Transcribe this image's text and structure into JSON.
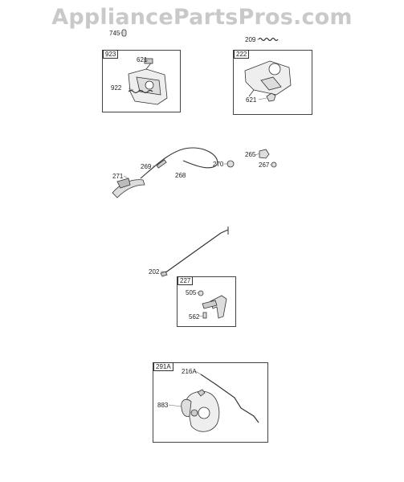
{
  "watermark": "AppliancePartsPros.com",
  "groups": {
    "g923": "923",
    "g222": "222",
    "g227": "227",
    "g291a": "291A"
  },
  "parts": {
    "p745": "745",
    "p621a": "621",
    "p922": "922",
    "p209": "209",
    "p621b": "621",
    "p269": "269",
    "p268": "268",
    "p271": "271",
    "p270": "270",
    "p265": "265",
    "p267": "267",
    "p202": "202",
    "p505": "505",
    "p562": "562",
    "p216a": "216A",
    "p883": "883"
  }
}
